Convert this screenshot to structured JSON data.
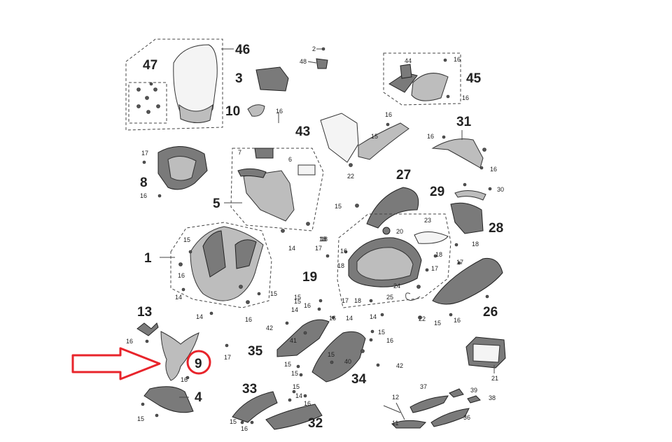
{
  "diagram": {
    "accent_color": "#e8242b",
    "highlighted_part": "9",
    "callouts_large": [
      "46",
      "47",
      "3",
      "10",
      "43",
      "45",
      "31",
      "8",
      "5",
      "27",
      "29",
      "28",
      "1",
      "19",
      "26",
      "13",
      "35",
      "9",
      "34",
      "33",
      "4",
      "32"
    ],
    "callouts_small": [
      "2",
      "48",
      "16",
      "44",
      "16",
      "16",
      "16",
      "15",
      "22",
      "17",
      "7",
      "6",
      "16",
      "16",
      "30",
      "15",
      "20",
      "23",
      "18",
      "18",
      "16",
      "16",
      "18",
      "15",
      "18",
      "18",
      "17",
      "17",
      "16",
      "17",
      "24",
      "25",
      "16",
      "18",
      "14",
      "15",
      "15",
      "14",
      "18",
      "16",
      "15",
      "42",
      "41",
      "14",
      "15",
      "16",
      "16",
      "15",
      "40",
      "42",
      "15",
      "17",
      "21",
      "16",
      "12",
      "37",
      "39",
      "38",
      "11",
      "36",
      "14",
      "14",
      "22",
      "15",
      "16",
      "15",
      "16",
      "15",
      "16",
      "15",
      "15",
      "14",
      "16",
      "17",
      "14"
    ]
  }
}
